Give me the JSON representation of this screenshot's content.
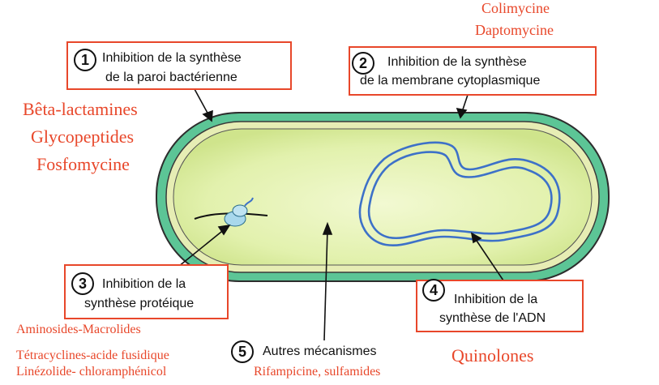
{
  "mechanisms": [
    {
      "number": "1",
      "line1": "Inhibition de la synthèse",
      "line2": "de la paroi bactérienne"
    },
    {
      "number": "2",
      "line1": "Inhibition de la synthèse",
      "line2": "de la membrane cytoplasmique"
    },
    {
      "number": "3",
      "line1": "Inhibition de la",
      "line2": "synthèse protéique"
    },
    {
      "number": "4",
      "line1": "Inhibition de la",
      "line2": "synthèse de l'ADN"
    },
    {
      "number": "5",
      "line1": "Autres mécanismes"
    }
  ],
  "drugs": {
    "wall": [
      "Bêta-lactamines",
      "Glycopeptides",
      "Fosfomycine"
    ],
    "membrane": [
      "Colimycine",
      "Daptomycine"
    ],
    "protein": [
      "Aminosides-Macrolides",
      "Tétracyclines-acide fusidique",
      "Linézolide- chloramphénicol"
    ],
    "dna": [
      "Quinolones"
    ],
    "other": [
      "Rifampicine, sulfamides"
    ]
  },
  "colors": {
    "accent": "#e8472a",
    "wall": "#5cc596",
    "membrane": "#e6edb4",
    "cytoplasm": "#dff0a8",
    "dna": "#3d71c8",
    "ribosome": "#a8d8ec"
  }
}
